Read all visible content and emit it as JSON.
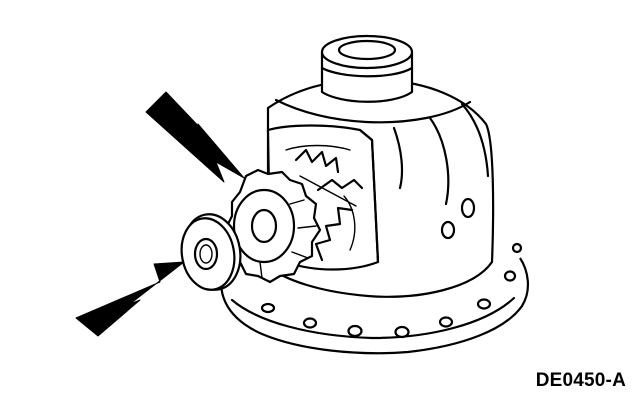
{
  "figure": {
    "reference_code": "DE0450-A",
    "colors": {
      "line": "#000000",
      "background": "#ffffff"
    },
    "callouts": [
      {
        "icon": "arrow-pointer-icon",
        "target": "differential-pinion-gear"
      },
      {
        "icon": "arrow-pointer-icon",
        "target": "pinion-thrust-washer"
      }
    ]
  }
}
